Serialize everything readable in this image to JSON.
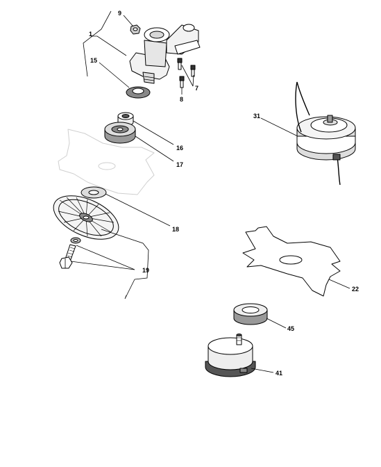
{
  "diagram": {
    "callouts": [
      {
        "id": "label-1",
        "text": "1"
      },
      {
        "id": "label-9",
        "text": "9"
      },
      {
        "id": "label-15",
        "text": "15"
      },
      {
        "id": "label-7",
        "text": "7"
      },
      {
        "id": "label-8",
        "text": "8"
      },
      {
        "id": "label-16",
        "text": "16"
      },
      {
        "id": "label-17",
        "text": "17"
      },
      {
        "id": "label-18",
        "text": "18"
      },
      {
        "id": "label-19",
        "text": "19"
      },
      {
        "id": "label-31",
        "text": "31"
      },
      {
        "id": "label-22",
        "text": "22"
      },
      {
        "id": "label-45",
        "text": "45"
      },
      {
        "id": "label-41",
        "text": "41"
      }
    ]
  }
}
